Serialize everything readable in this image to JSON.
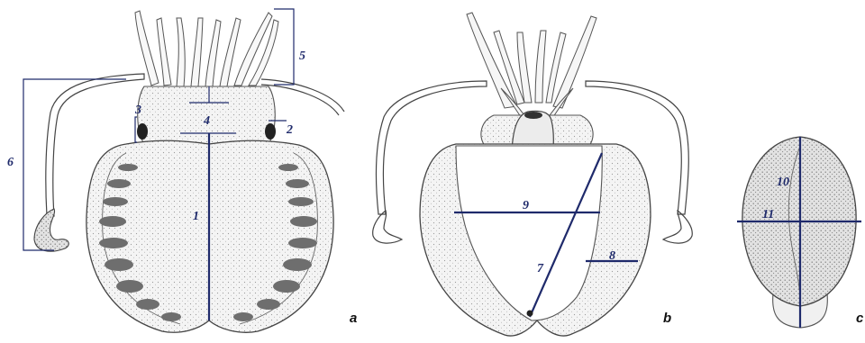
{
  "labels": {
    "mantle_length": "1",
    "eye_diameter": "2",
    "eye_distance": "3",
    "head_width": "4",
    "arm_length": "5",
    "tentacle_length": "6",
    "diagonal": "7",
    "fin_width": "8",
    "mantle_width": "9",
    "cuttlebone_length": "10",
    "cuttlebone_width": "11"
  },
  "panels": {
    "a": "a",
    "b": "b",
    "c": "c"
  },
  "colors": {
    "measure_line": "#1f2a6b",
    "outline": "#444444",
    "spot": "#6e6e6e",
    "shade": "#e9e9e9"
  }
}
